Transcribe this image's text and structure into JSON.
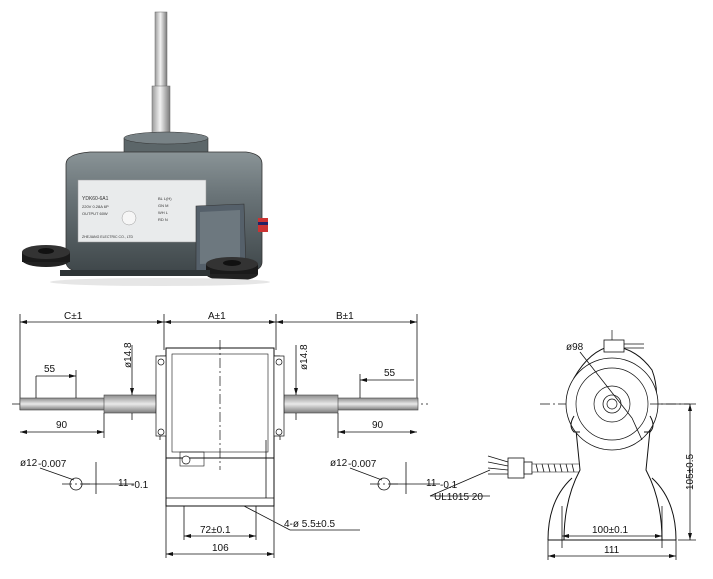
{
  "product_photo": {
    "label_lines": [
      "YDK60-6A1",
      "220V  0.28A  6P",
      "OUTPUT  60W",
      "BL  L(H)",
      "GN  M",
      "WH  L",
      "RD  N",
      "ZHEJIANG ELECTRIC CO., LTD"
    ]
  },
  "front_view": {
    "c_dim": "C±1",
    "a_dim": "A±1",
    "b_dim": "B±1",
    "left_shaft_len": "55",
    "right_shaft_len": "55",
    "left_total_len": "90",
    "right_total_len": "90",
    "left_shaft_dia": "ø14.8",
    "right_shaft_dia": "ø14.8",
    "left_small_dia_main": "ø12",
    "left_small_dia_tol": "-0.007",
    "right_small_dia_main": "ø12",
    "right_small_dia_tol": "-0.007",
    "left_flat_main": "11",
    "left_flat_tol": "-0.1",
    "right_flat_main": "11",
    "right_flat_tol": "-0.1",
    "mount_hole_spacing": "72±0.1",
    "base_width": "106",
    "mount_holes": "4-ø 5.5±0.5",
    "lead_wire": "UL1015 20"
  },
  "side_view": {
    "bearing_dia": "ø98",
    "center_height": "105±0.5",
    "hole_spacing": "100±0.1",
    "base_width": "111"
  }
}
